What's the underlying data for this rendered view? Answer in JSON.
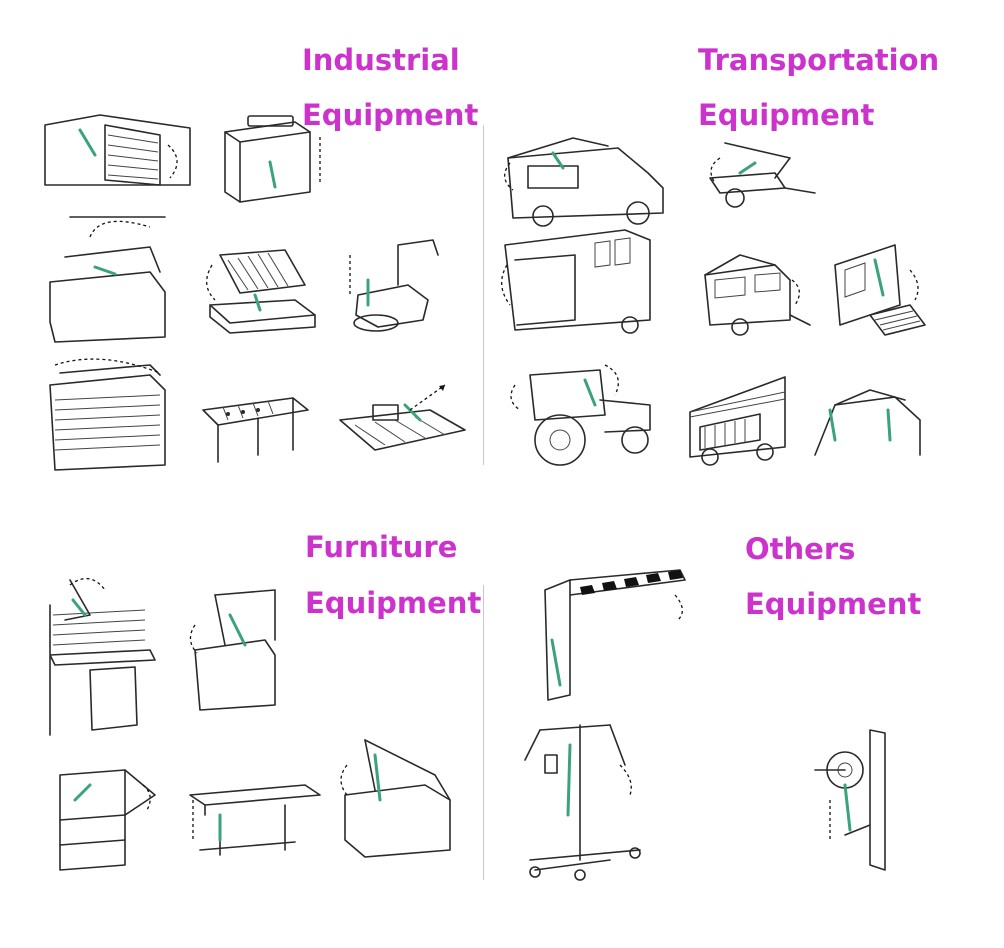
{
  "categories": {
    "industrial": {
      "line1": "Industrial",
      "line2": "Equipment"
    },
    "transportation": {
      "line1": "Transportation",
      "line2": "Equipment"
    },
    "furniture": {
      "line1": "Furniture",
      "line2": "Equipment"
    },
    "others": {
      "line1": "Others",
      "line2": "Equipment"
    }
  },
  "colors": {
    "label": "#cc33cc",
    "actuator": "#3aa37a",
    "line_art": "#2a2a2a",
    "divider": "#c8c8c8"
  }
}
